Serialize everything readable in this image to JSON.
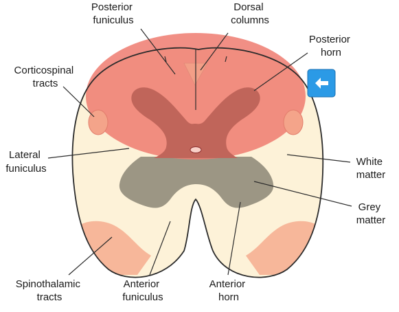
{
  "labels": {
    "posterior_funiculus": [
      "Posterior",
      "funiculus"
    ],
    "dorsal_columns": [
      "Dorsal",
      "columns"
    ],
    "posterior_horn": [
      "Posterior",
      "horn"
    ],
    "corticospinal_tracts": [
      "Corticospinal",
      "tracts"
    ],
    "lateral_funiculus": [
      "Lateral",
      "funiculus"
    ],
    "white_matter": [
      "White",
      "matter"
    ],
    "grey_matter": [
      "Grey",
      "matter"
    ],
    "spinothalamic_tracts": [
      "Spinothalamic",
      "tracts"
    ],
    "anterior_funiculus": [
      "Anterior",
      "funiculus"
    ],
    "anterior_horn": [
      "Anterior",
      "horn"
    ]
  },
  "colors": {
    "white_matter": "#fdf2d8",
    "grey_matter": "#9c9684",
    "posterior_highlight": "#ee7b70",
    "posterior_grey": "#c0655a",
    "tract_pink": "#f4a48a",
    "outline": "#2b2b2b",
    "button_blue": "#2b9ae6"
  },
  "icons": {
    "nav_button": "arrow-left-icon"
  }
}
